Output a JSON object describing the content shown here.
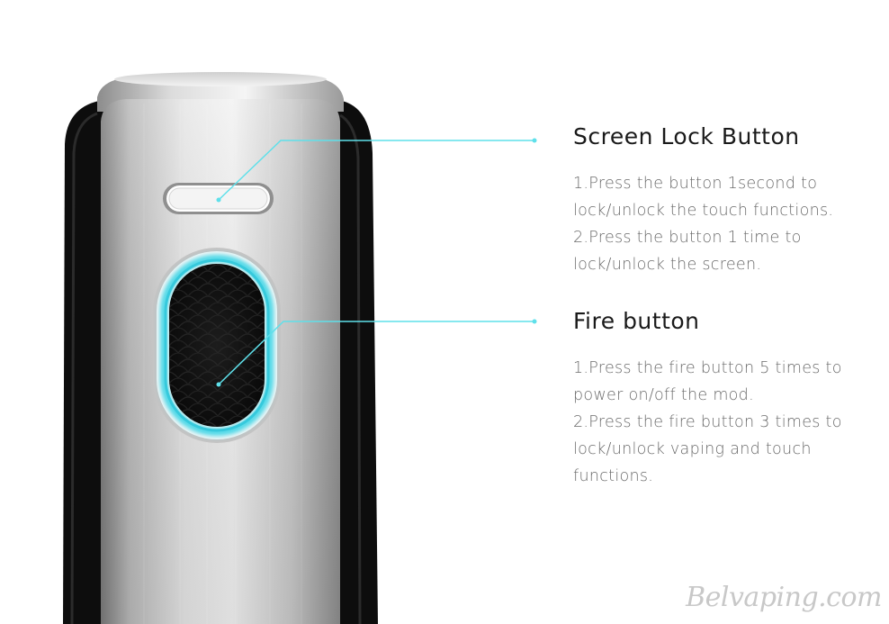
{
  "callouts": [
    {
      "title": "Screen Lock Button",
      "lines": [
        "1.Press the button 1second to",
        "lock/unlock the touch functions.",
        "2.Press the button 1 time to",
        "lock/unlock the screen."
      ]
    },
    {
      "title": "Fire button",
      "lines": [
        "1.Press the fire button 5 times to",
        "power on/off the mod.",
        "2.Press the fire button 3 times to",
        "lock/unlock vaping and touch",
        "functions."
      ]
    }
  ],
  "watermark": "Belvaping.com",
  "colors": {
    "leader_line": "#5fe0ea",
    "glow": "#3fd6e6",
    "metal_light": "#e8e8e8",
    "metal_dark": "#8a8a8a",
    "body_black": "#111111"
  }
}
